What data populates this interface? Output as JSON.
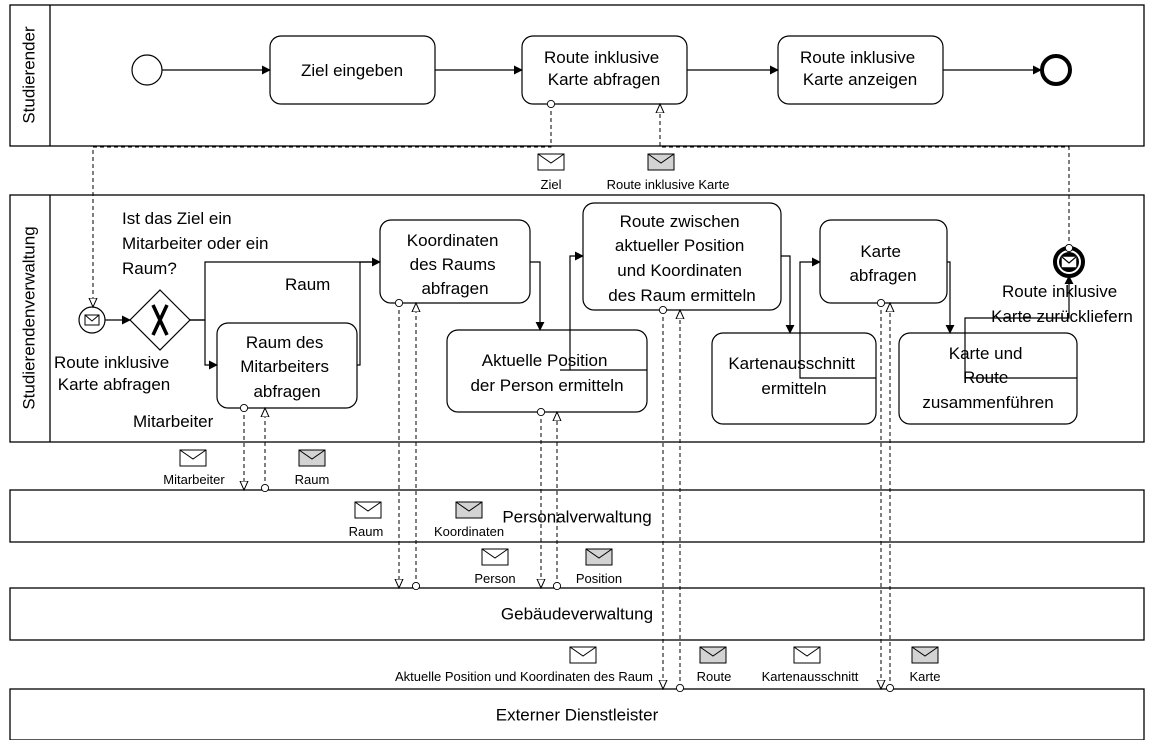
{
  "pools": {
    "studierender": "Studierender",
    "verwaltung": "Studierendenverwaltung",
    "personal": "Personalverwaltung",
    "gebaeude": "Gebäudeverwaltung",
    "extern": "Externer Dienstleister"
  },
  "tasks": {
    "ziel": [
      "Ziel eingeben"
    ],
    "route_abfragen": [
      "Route inklusive",
      "Karte abfragen"
    ],
    "route_anzeigen": [
      "Route inklusive",
      "Karte anzeigen"
    ],
    "koordinaten": [
      "Koordinaten",
      "des Raums",
      "abfragen"
    ],
    "raum_mitarbeiter": [
      "Raum des",
      "Mitarbeiters",
      "abfragen"
    ],
    "route_ermitteln": [
      "Route zwischen",
      "aktueller Position",
      "und Koordinaten",
      "des Raum ermitteln"
    ],
    "position": [
      "Aktuelle Position",
      "der Person ermitteln"
    ],
    "karte_abfragen": [
      "Karte",
      "abfragen"
    ],
    "kartenausschnitt": [
      "Kartenausschnitt",
      "ermitteln"
    ],
    "zusammen": [
      "Karte und",
      "Route",
      "zusammenführen"
    ]
  },
  "labels": {
    "gateway_question": [
      "Ist das Ziel ein",
      "Mitarbeiter oder ein",
      "Raum?"
    ],
    "branch_raum": "Raum",
    "branch_mitarbeiter": "Mitarbeiter",
    "start_event": [
      "Route inklusive",
      "Karte abfragen"
    ],
    "end_event": [
      "Route inklusive",
      "Karte zurückliefern"
    ]
  },
  "messages": {
    "ziel": "Ziel",
    "route_karte": "Route inklusive Karte",
    "mitarbeiter": "Mitarbeiter",
    "raum": "Raum",
    "raum2": "Raum",
    "koordinaten": "Koordinaten",
    "person": "Person",
    "position": "Position",
    "aktuelle_koord": "Aktuelle Position und Koordinaten des Raum",
    "route": "Route",
    "kartenausschnitt": "Kartenausschnitt",
    "karte": "Karte"
  }
}
